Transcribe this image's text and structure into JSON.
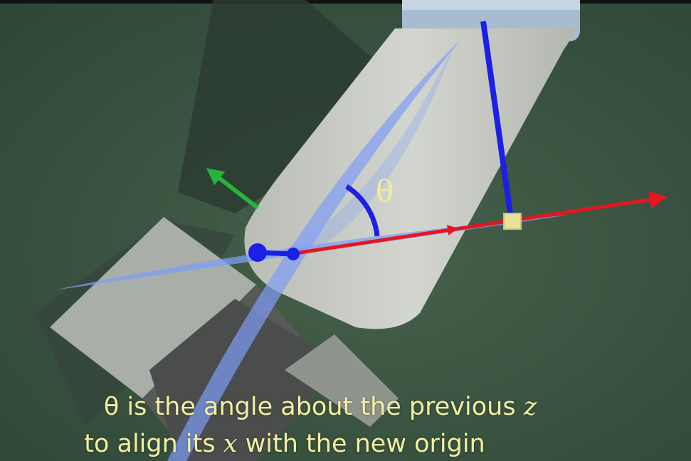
{
  "symbols": {
    "theta": "θ"
  },
  "caption": {
    "line1_prefix": "θ is the angle about the previous",
    "line1_var": "z",
    "line2_prefix": "to align its",
    "line2_var": "x",
    "line2_suffix": "with the new origin"
  },
  "colors": {
    "background": "#3d5843",
    "link": "#c9ccc6",
    "plane": "#7f9df6",
    "x_axis": "#e5161f",
    "y_axis": "#27b43a",
    "z_axis": "#1c1fe6",
    "caption_text": "#f3efa2"
  }
}
